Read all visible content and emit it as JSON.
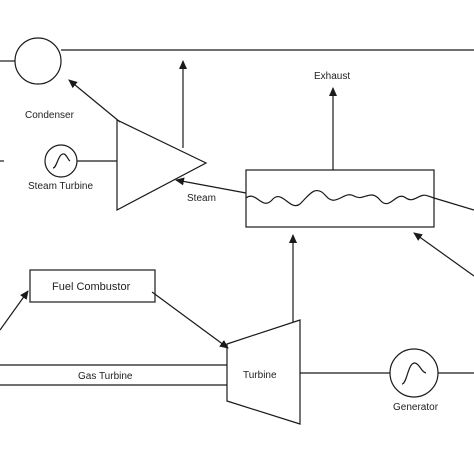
{
  "labels": {
    "condenser": "Condenser",
    "steam_turbine": "Steam Turbine",
    "steam": "Steam",
    "exhaust": "Exhaust",
    "fuel_combustor": "Fuel Combustor",
    "gas_turbine": "Gas Turbine",
    "turbine": "Turbine",
    "generator": "Generator"
  },
  "colors": {
    "line": "#1a1a1a",
    "background": "#ffffff"
  }
}
